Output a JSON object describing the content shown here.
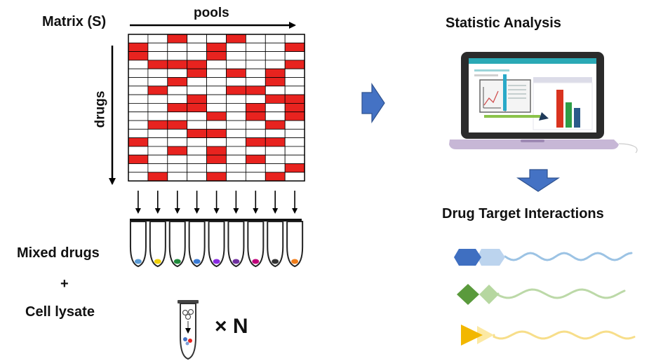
{
  "matrix": {
    "title": "Matrix (S)",
    "x_label": "pools",
    "y_label": "drugs",
    "rows": [
      "001001000",
      "100010001",
      "100010000",
      "011100001",
      "000101010",
      "001000010",
      "010001100",
      "000100011",
      "001100101",
      "000010101",
      "011000010",
      "000110000",
      "100000110",
      "001010000",
      "100010100",
      "000000001",
      "010010010"
    ],
    "fill_color": "#e8231f",
    "tube_colors": [
      "#5b9bd5",
      "#f1d10a",
      "#1f8a3b",
      "#3a7bd5",
      "#8a2be2",
      "#7030a0",
      "#c0007a",
      "#333333",
      "#f07d1a"
    ]
  },
  "left_text": {
    "mixed": "Mixed drugs",
    "plus": "+",
    "lysate": "Cell lysate",
    "times": "× N"
  },
  "right_text": {
    "stats_title": "Statistic Analysis",
    "dti_title": "Drug Target Interactions"
  },
  "colors": {
    "arrow_blue": "#4472c4",
    "shape_blue": "#3f6fc1",
    "shape_blue_light": "#bcd4ee",
    "line_blue": "#9cc3e4",
    "shape_green": "#5a9a3c",
    "shape_green_light": "#b6d7a0",
    "line_green": "#bcd9a8",
    "shape_yellow": "#f2b700",
    "shape_yellow_light": "#fce9a3",
    "line_yellow": "#f7de8a"
  }
}
